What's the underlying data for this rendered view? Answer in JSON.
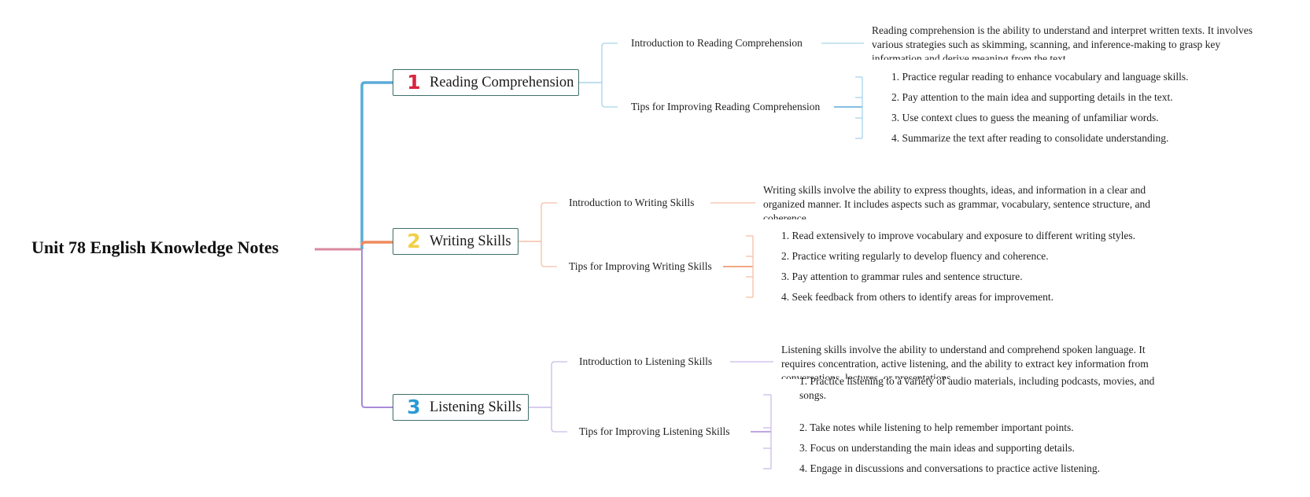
{
  "root": {
    "title": "Unit 78 English Knowledge Notes",
    "color": "#d98a9e"
  },
  "branches": [
    {
      "number": "1",
      "label": "Reading Comprehension",
      "number_color": "#d8253f",
      "line_color": "#5aabd8",
      "light_color": "#a9d3ea",
      "intro_label": "Introduction to Reading Comprehension",
      "intro_text": "Reading comprehension is the ability to understand and interpret written texts. It involves various strategies such as skimming, scanning, and inference-making to grasp key information and derive meaning from the text.",
      "tips_label": "Tips for Improving Reading Comprehension",
      "tips": [
        "1. Practice regular reading to enhance vocabulary and language skills.",
        "2. Pay attention to the main idea and supporting details in the text.",
        "3. Use context clues to guess the meaning of unfamiliar words.",
        "4. Summarize the text after reading to consolidate understanding."
      ]
    },
    {
      "number": "2",
      "label": "Writing Skills",
      "number_color": "#f2cf45",
      "line_color": "#ee8a5e",
      "light_color": "#f5bfa6",
      "intro_label": "Introduction to Writing Skills",
      "intro_text": "Writing skills involve the ability to express thoughts, ideas, and information in a clear and organized manner. It includes aspects such as grammar, vocabulary, sentence structure, and coherence.",
      "tips_label": "Tips for Improving Writing Skills",
      "tips": [
        "1. Read extensively to improve vocabulary and exposure to different writing styles.",
        "2. Practice writing regularly to develop fluency and coherence.",
        "3. Pay attention to grammar rules and sentence structure.",
        "4. Seek feedback from others to identify areas for improvement."
      ]
    },
    {
      "number": "3",
      "label": "Listening Skills",
      "number_color": "#2b9ad6",
      "line_color": "#a88ad8",
      "light_color": "#cbbbe9",
      "intro_label": "Introduction to Listening Skills",
      "intro_text": "Listening skills involve the ability to understand and comprehend spoken language. It requires concentration, active listening, and the ability to extract key information from conversations, lectures, or presentations.",
      "tips_label": "Tips for Improving Listening Skills",
      "tips": [
        "1. Practice listening to a variety of audio materials, including podcasts, movies, and songs.",
        "2. Take notes while listening to help remember important points.",
        "3. Focus on understanding the main ideas and supporting details.",
        "4. Engage in discussions and conversations to practice active listening."
      ]
    }
  ]
}
